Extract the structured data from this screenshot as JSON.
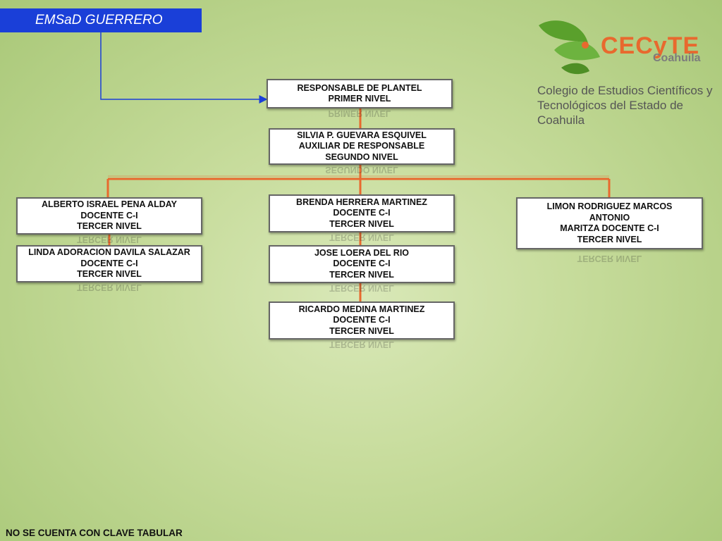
{
  "header": {
    "title": "EMSaD GUERRERO"
  },
  "logo": {
    "name": "CECyTE",
    "region": "Coahuila",
    "subtitle_line1": "Colegio de Estudios Científicos y",
    "subtitle_line2": "Tecnológicos del Estado de Coahuila"
  },
  "nodes": {
    "responsable": {
      "line1": "RESPONSABLE DE PLANTEL",
      "line2": "PRIMER NIVEL",
      "reflect": "PRIMER NIVEL"
    },
    "auxiliar": {
      "line1": "SILVIA P. GUEVARA ESQUIVEL",
      "line2": "AUXILIAR DE RESPONSABLE",
      "line3": "SEGUNDO NIVEL",
      "reflect": "SEGUNDO NIVEL"
    },
    "alberto": {
      "line1": "ALBERTO ISRAEL PENA ALDAY",
      "line2": "DOCENTE C-I",
      "line3": "TERCER NIVEL",
      "reflect": "TERCER NIVEL"
    },
    "linda": {
      "line1": "LINDA ADORACION  DAVILA SALAZAR",
      "line2": "DOCENTE C-I",
      "line3": "TERCER NIVEL",
      "reflect": "TERCER NIVEL"
    },
    "brenda": {
      "line1": "BRENDA HERRERA MARTINEZ",
      "line2": "DOCENTE C-I",
      "line3": "TERCER NIVEL",
      "reflect": "TERCER NIVEL"
    },
    "jose": {
      "line1": "JOSE LOERA DEL RIO",
      "line2": "DOCENTE C-I",
      "line3": "TERCER NIVEL",
      "reflect": "TERCER NIVEL"
    },
    "ricardo": {
      "line1": "RICARDO MEDINA MARTINEZ",
      "line2": "DOCENTE C-I",
      "line3": "TERCER NIVEL",
      "reflect": "TERCER NIVEL"
    },
    "limon": {
      "line1": "LIMON RODRIGUEZ MARCOS",
      "line2": "ANTONIO",
      "line3": "MARITZA DOCENTE C-I",
      "line4": "TERCER NIVEL",
      "reflect": "TERCER NIVEL"
    }
  },
  "footer": {
    "note": "NO SE CUENTA CON CLAVE TABULAR"
  },
  "colors": {
    "title_bg": "#1a3fd8",
    "connector": "#e8692e",
    "arrow": "#1a3fd8",
    "logo_orange": "#e8692e",
    "logo_green": "#5aa02c"
  }
}
